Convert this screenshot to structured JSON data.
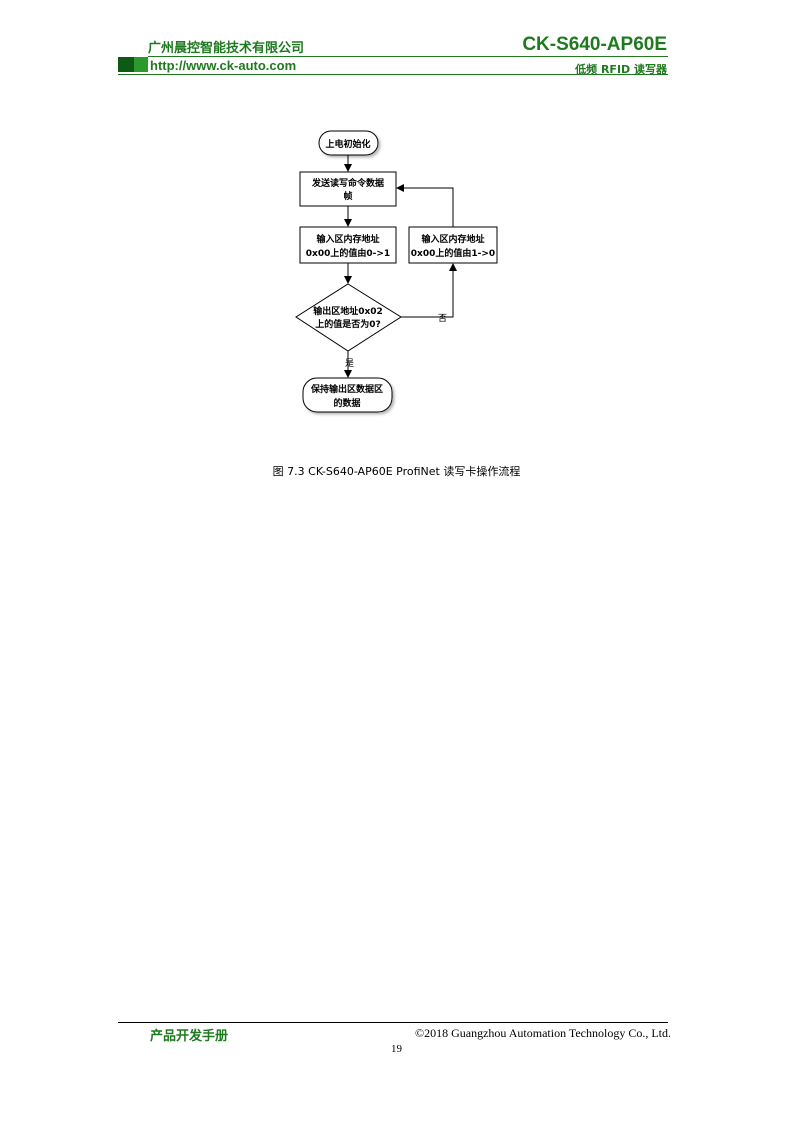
{
  "header": {
    "company": "广州晨控智能技术有限公司",
    "model": "CK-S640-AP60E",
    "url": "http://www.ck-auto.com",
    "subtitle": "低频 RFID 读写器"
  },
  "flowchart": {
    "start": "上电初始化",
    "send_line1": "发送读写命令数据",
    "send_line2": "帧",
    "input01_line1": "输入区内存地址",
    "input01_line2": "0x00上的值由0->1",
    "input10_line1": "输入区内存地址",
    "input10_line2": "0x00上的值由1->0",
    "decision_line1": "输出区地址0x02",
    "decision_line2": "上的值是否为0?",
    "no_label": "否",
    "yes_label": "是",
    "end_line1": "保持输出区数据区",
    "end_line2": "的数据"
  },
  "caption": "图 7.3 CK-S640-AP60E ProfiNet 读写卡操作流程",
  "footer": {
    "left": "产品开发手册",
    "right": "©2018 Guangzhou Automation Technology Co., Ltd.",
    "page": "19"
  },
  "colors": {
    "brand_green": "#1f7a1f",
    "block_dark": "#0e5a14",
    "block_light": "#2a9a2a"
  }
}
